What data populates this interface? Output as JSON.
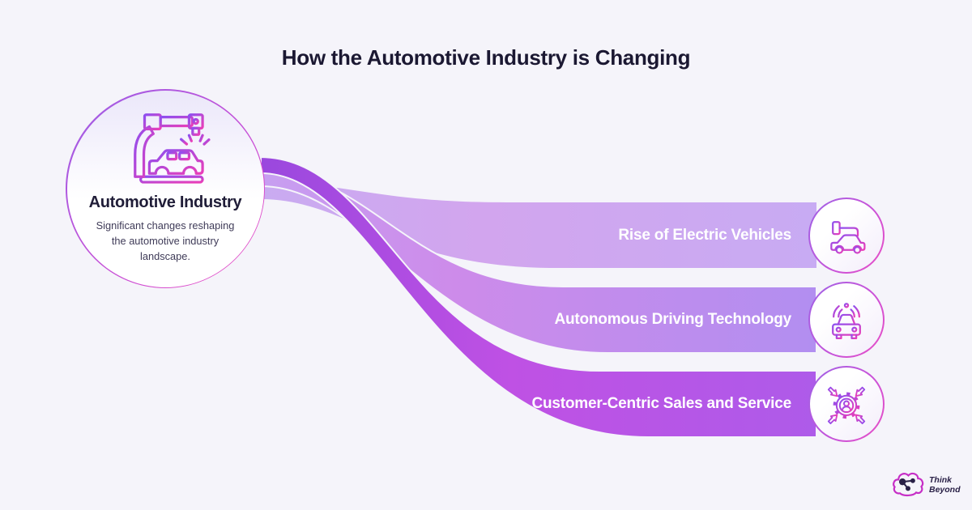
{
  "title": "How the Automotive Industry is Changing",
  "root": {
    "label": "Automotive Industry",
    "description": "Significant changes reshaping the automotive industry landscape.",
    "icon": "robotic-arm-car-assembly-icon"
  },
  "branches": [
    {
      "label": "Rise of Electric Vehicles",
      "icon": "electric-vehicle-plug-icon"
    },
    {
      "label": "Autonomous Driving Technology",
      "icon": "autonomous-car-sensor-icon"
    },
    {
      "label": "Customer-Centric Sales and Service",
      "icon": "customer-gear-arrows-icon"
    }
  ],
  "logo": {
    "name": "Think Beyond",
    "line1": "Think",
    "line2": "Beyond"
  },
  "colors": {
    "background": "#f5f4fa",
    "title_text": "#1b1832",
    "band_label_text": "#ffffff",
    "accent_violet": "#9a49de",
    "accent_magenta": "#e04fc8",
    "ribbon_light": [
      "#c9abf1",
      "#d2a5ee",
      "#c8abf3"
    ],
    "ribbon_medium": [
      "#c79ff1",
      "#cd8bea",
      "#b28ef0"
    ],
    "ribbon_dark": [
      "#9a48de",
      "#bf51e4",
      "#ae5be9"
    ],
    "node_fill_top": "#ebe7fa",
    "logo_outline": "#c62ec6",
    "logo_text": "#2a2147"
  }
}
